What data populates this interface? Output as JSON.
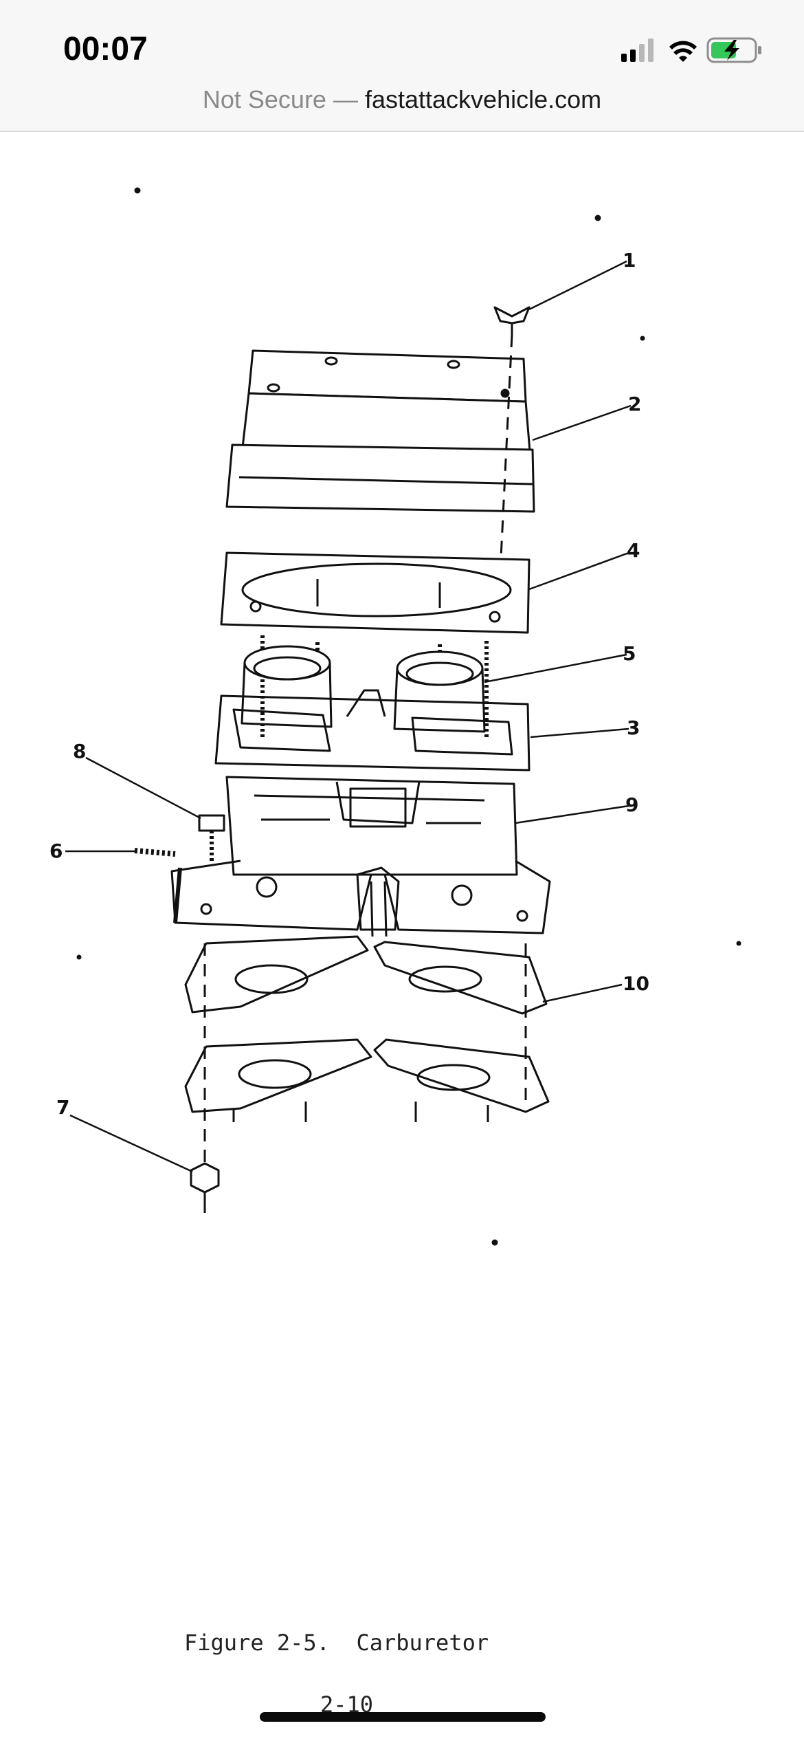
{
  "status_bar": {
    "time": "00:07",
    "icons": [
      "cellular-signal-icon",
      "wifi-icon",
      "battery-charging-icon"
    ]
  },
  "address_bar": {
    "security_label": "Not Secure —",
    "domain": "fastattackvehicle.com"
  },
  "figure": {
    "callouts": [
      "1",
      "2",
      "4",
      "5",
      "3",
      "9",
      "8",
      "6",
      "10",
      "7"
    ],
    "caption": "Figure 2-5.  Carburetor",
    "page_number": "2-10"
  },
  "colors": {
    "accent_battery": "#34c759",
    "status_bg": "#f7f7f7"
  }
}
